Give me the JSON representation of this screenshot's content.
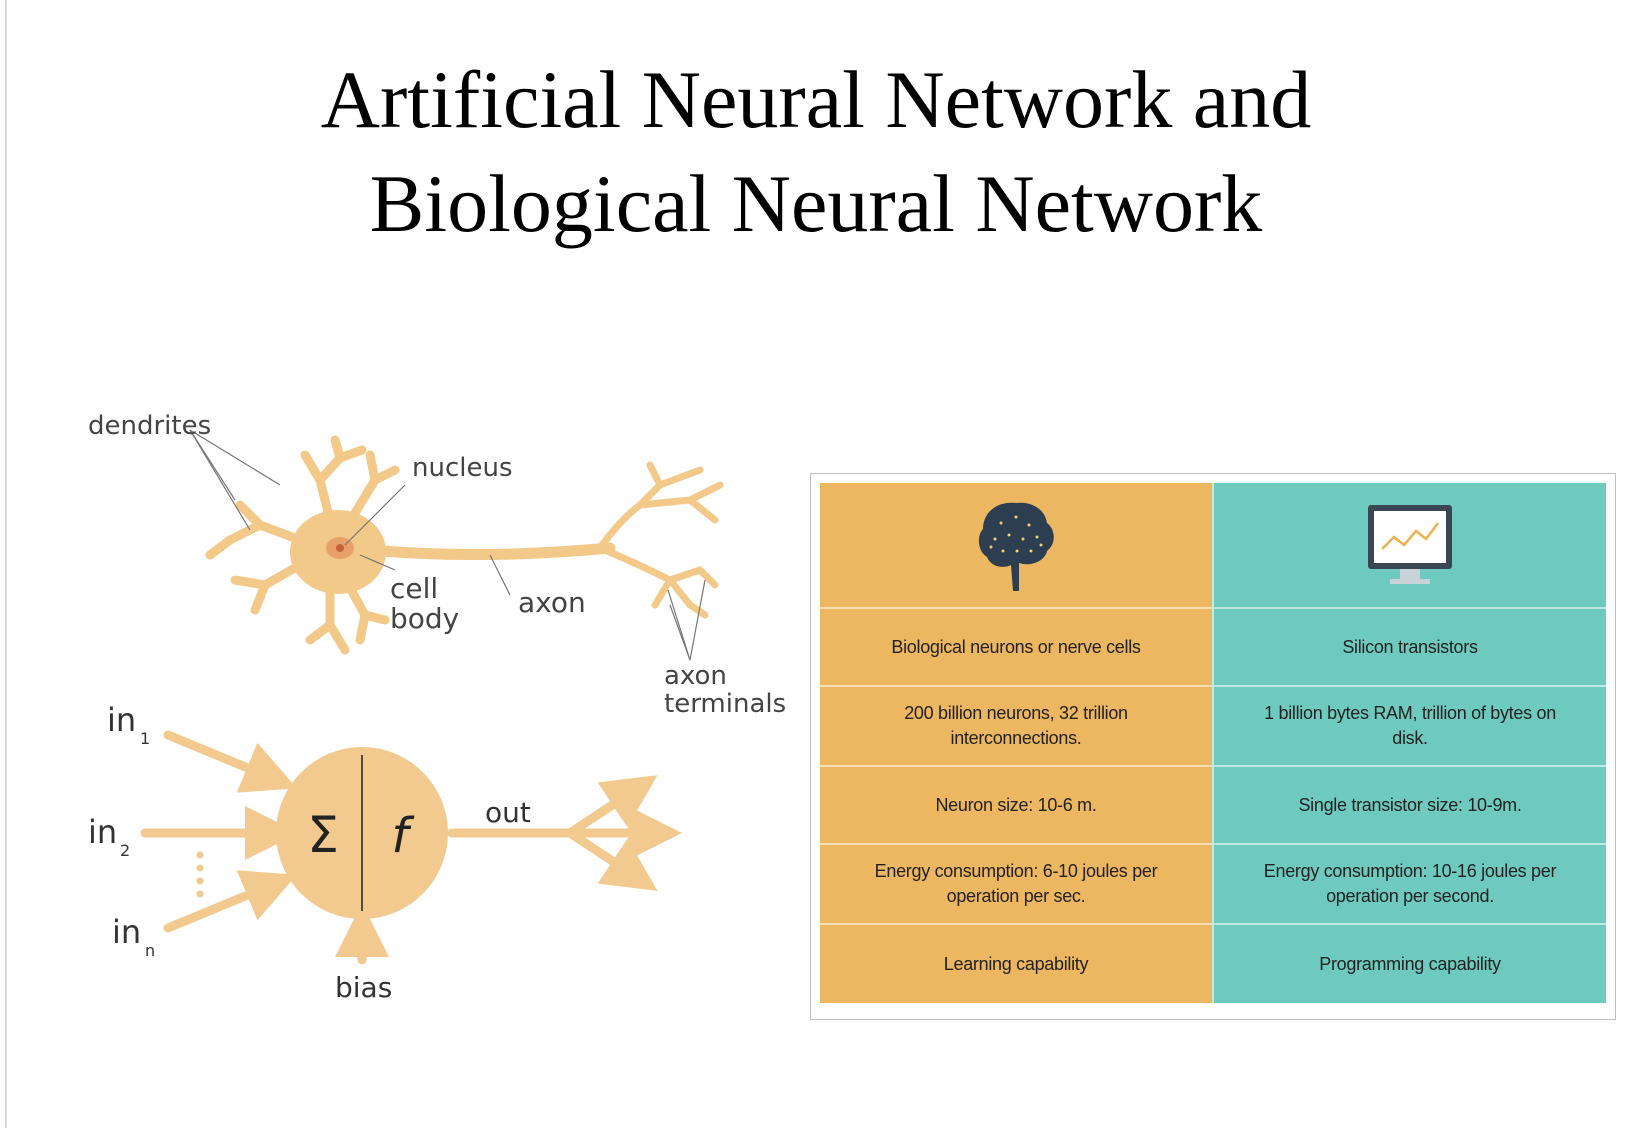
{
  "title": {
    "line1": "Artificial Neural Network and",
    "line2": "Biological Neural Network"
  },
  "neuron_labels": {
    "dendrites": "dendrites",
    "nucleus": "nucleus",
    "cell_body_1": "cell",
    "cell_body_2": "body",
    "axon": "axon",
    "axon_terminals_1": "axon",
    "axon_terminals_2": "terminals"
  },
  "perceptron_labels": {
    "in1": "in",
    "in1_sub": "1",
    "in2": "in",
    "in2_sub": "2",
    "inn": "in",
    "inn_sub": "n",
    "sum": "Σ",
    "func": "f",
    "out": "out",
    "bias": "bias"
  },
  "comparison_table": {
    "headers": [
      {
        "icon": "brain-icon"
      },
      {
        "icon": "monitor-chart-icon"
      }
    ],
    "rows": [
      [
        "Biological neurons or nerve cells",
        "Silicon transistors"
      ],
      [
        "200 billion neurons, 32 trillion interconnections.",
        "1 billion bytes RAM, trillion of bytes on disk."
      ],
      [
        "Neuron size: 10-6 m.",
        "Single transistor size: 10-9m."
      ],
      [
        "Energy consumption: 6-10 joules per operation per sec.",
        "Energy consumption: 10-16 joules per operation per second."
      ],
      [
        "Learning capability",
        "Programming capability"
      ]
    ]
  },
  "colors": {
    "biological": "#edb761",
    "artificial": "#6ecabe",
    "neuron": "#f3c98a",
    "perceptron": "#f2c98e"
  }
}
